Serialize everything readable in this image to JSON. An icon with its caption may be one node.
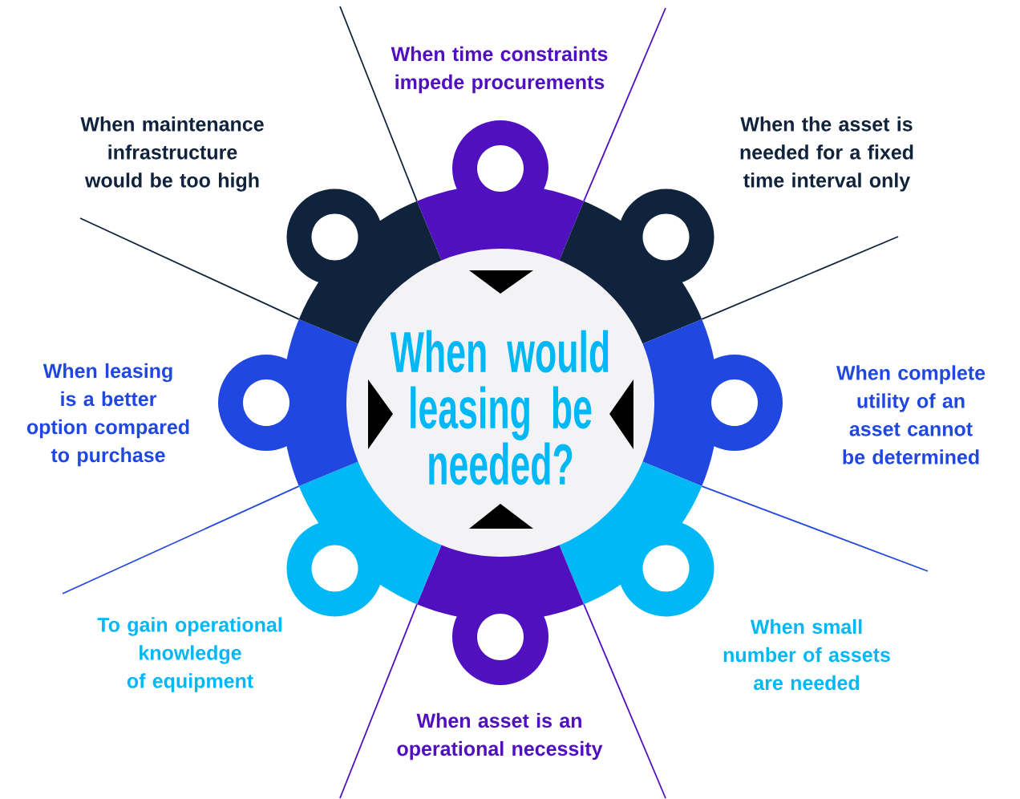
{
  "diagram": {
    "nodes": [
      {
        "text": [
          "When would leasing be needed?"
        ]
      }
    ],
    "labels": [
      "When time constraints impede procurements",
      "When maintenance infrastructure would be too high",
      "When the asset is needed for a fixed time interval only",
      "When leasing is a better option compared to purchase",
      "When complete utility of an asset cannot be determined",
      "To gain operational knowledge of equipment",
      "When small number of assets are needed",
      "When asset is an operational necessity"
    ]
  }
}
